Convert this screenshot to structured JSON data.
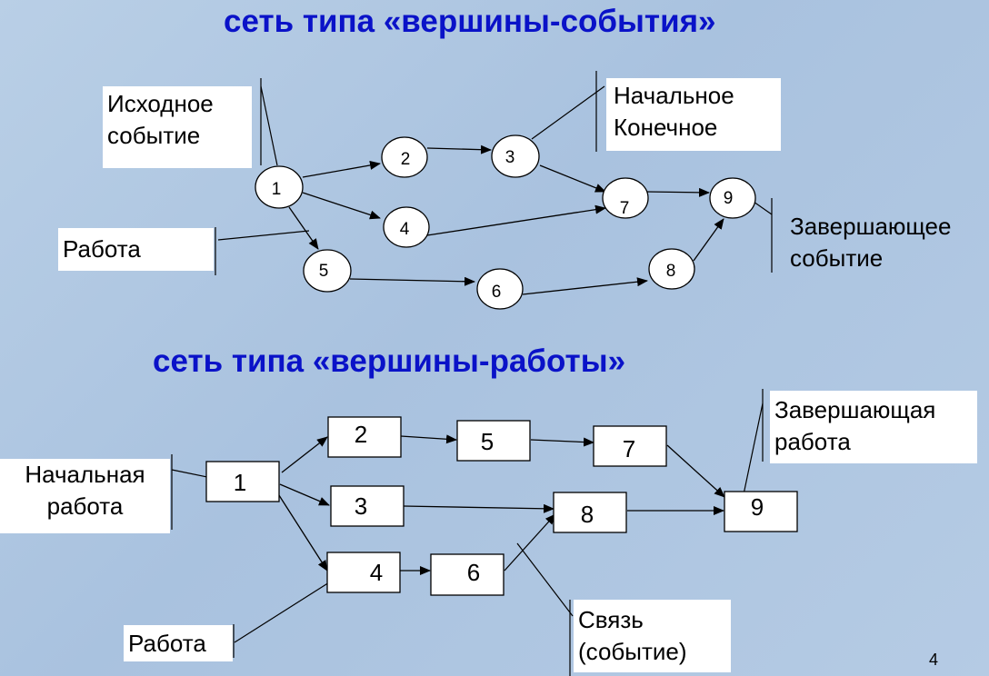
{
  "titles": {
    "events_network": "сеть типа «вершины-события»",
    "works_network": "сеть типа «вершины-работы»"
  },
  "top_diagram": {
    "nodes": [
      "1",
      "2",
      "3",
      "4",
      "5",
      "6",
      "7",
      "8",
      "9"
    ],
    "labels": {
      "initial_event": [
        "Исходное",
        "событие"
      ],
      "start_end": [
        "Начальное",
        "Конечное"
      ],
      "work": "Работа",
      "final_event": [
        "Завершающее",
        "событие"
      ]
    }
  },
  "bottom_diagram": {
    "boxes": [
      "1",
      "2",
      "3",
      "4",
      "5",
      "6",
      "7",
      "8",
      "9"
    ],
    "labels": {
      "initial_work": [
        "Начальная",
        "работа"
      ],
      "final_work": [
        "Завершающая",
        "работа"
      ],
      "work": "Работа",
      "link": [
        "Связь",
        "(событие)"
      ]
    }
  },
  "page_number": "4",
  "colors": {
    "title": "#0a12c8",
    "background": "#b3c9e3"
  }
}
